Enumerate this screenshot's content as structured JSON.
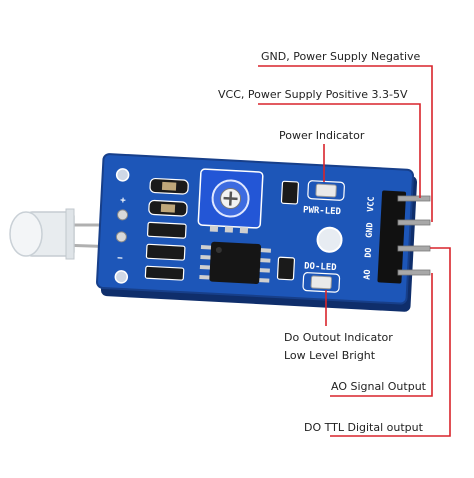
{
  "colors": {
    "pcb": "#1d56b8",
    "pcb_edge": "#173f8a",
    "leader": "#d8242b",
    "label_text": "#222222",
    "silkscreen": "#ffffff",
    "pot": "#2356d6",
    "pin_metal": "#a8a8a8"
  },
  "labels": {
    "gnd": "GND, Power Supply Negative",
    "vcc": "VCC, Power Supply Positive 3.3-5V",
    "power_indicator": "Power Indicator",
    "do_indicator_1": "Do Outout Indicator",
    "do_indicator_2": "Low Level Bright",
    "ao": "AO Signal Output",
    "do": "DO TTL Digital output"
  },
  "silkscreen": {
    "pwr_led": "PWR-LED",
    "do_led": "DO-LED",
    "pin_vcc": "VCC",
    "pin_gnd": "GND",
    "pin_do": "DO",
    "pin_ao": "AO",
    "plus": "+",
    "minus": "−"
  },
  "icons": {
    "ir_led": "ir-led-icon",
    "potentiometer": "potentiometer-icon",
    "chip": "comparator-chip-icon",
    "header": "pin-header-icon"
  }
}
